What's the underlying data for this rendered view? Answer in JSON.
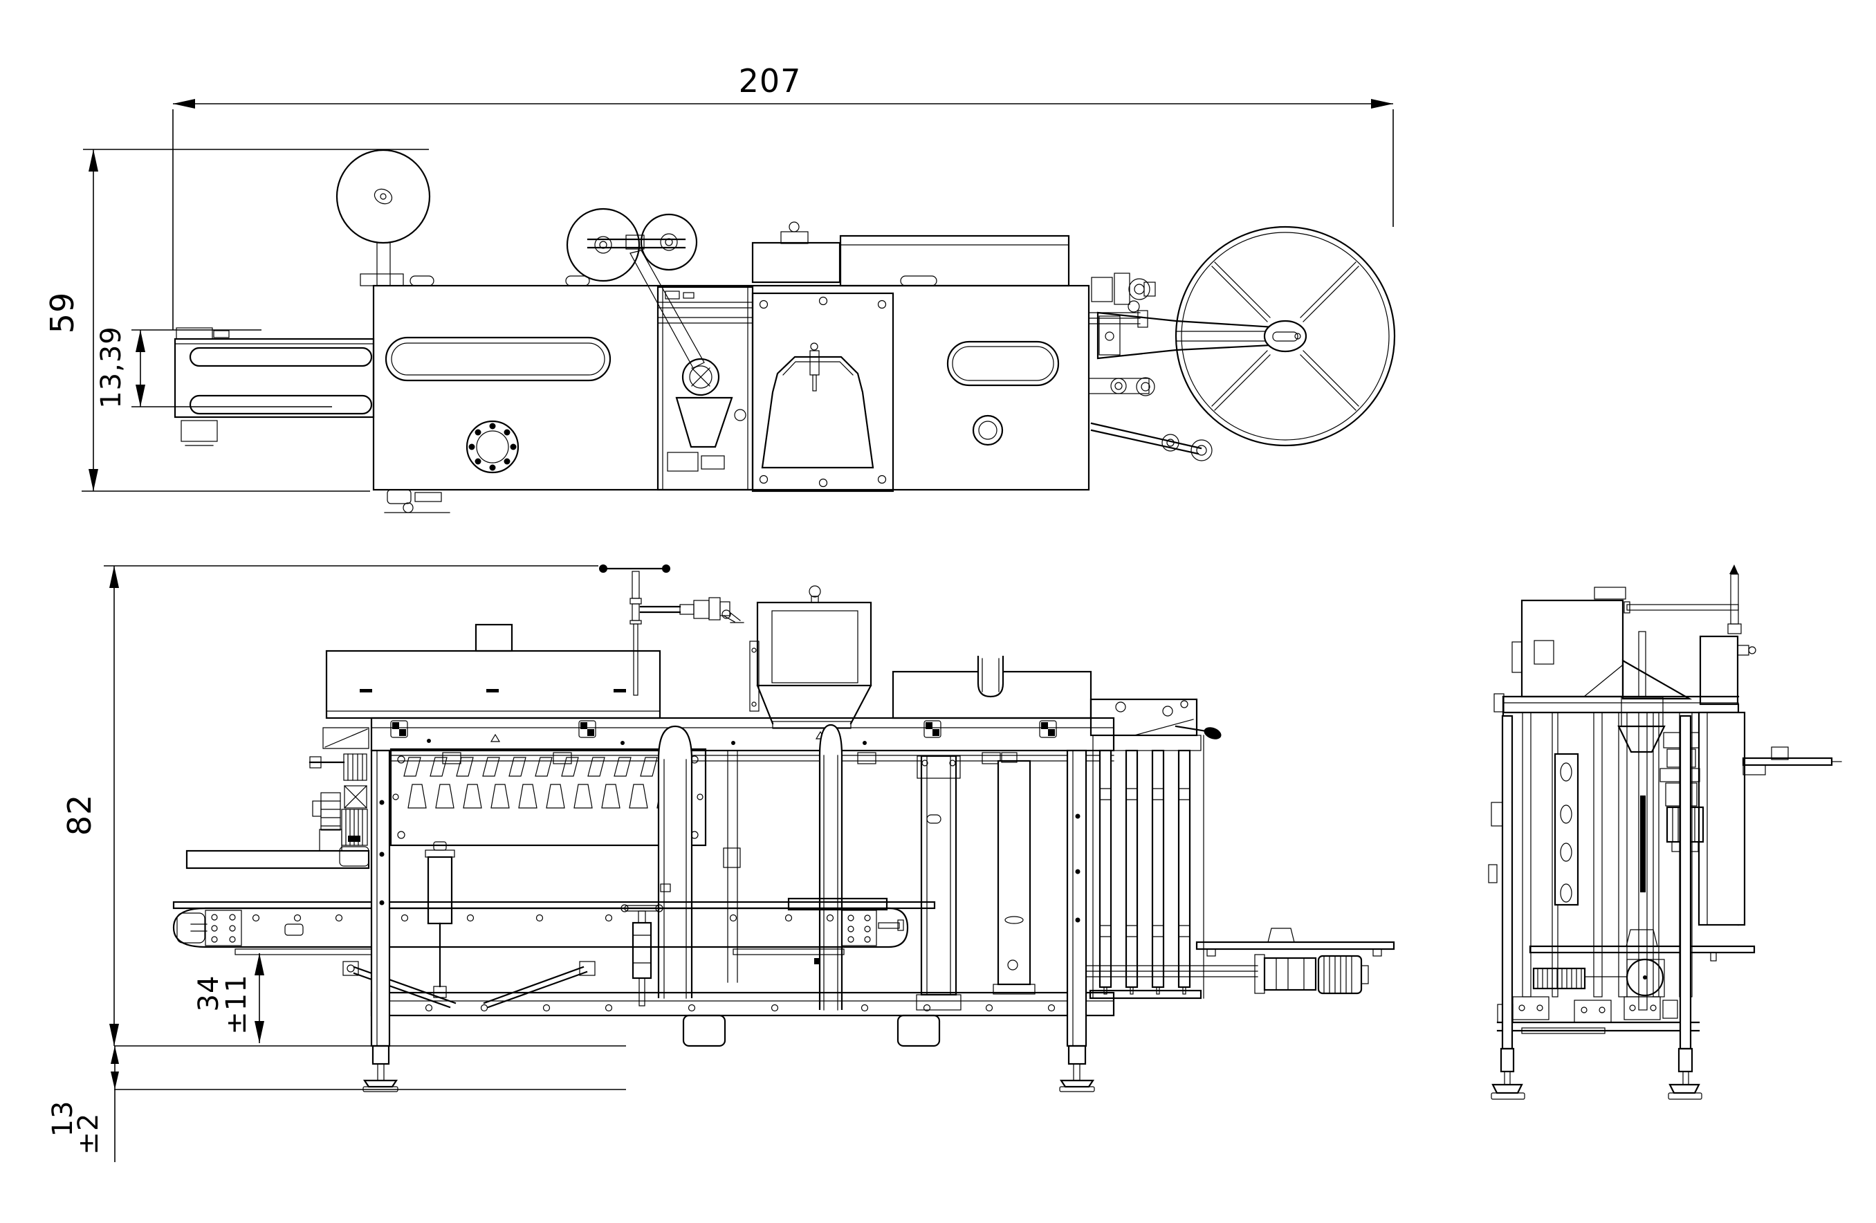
{
  "drawing": {
    "type": "technical-orthographic-drawing",
    "background_color": "#ffffff",
    "line_color": "#000000",
    "views": {
      "top_view": "top-view",
      "front_view": "front-view",
      "end_view": "end-view"
    }
  },
  "dimensions": {
    "overall_length": {
      "value": "207",
      "view": "top",
      "orientation": "horizontal"
    },
    "overall_depth": {
      "value": "59",
      "view": "top",
      "orientation": "vertical"
    },
    "infeed_width": {
      "value": "13,39",
      "view": "top",
      "orientation": "vertical"
    },
    "overall_height": {
      "value": "82",
      "view": "front",
      "orientation": "vertical"
    },
    "working_height": {
      "value": "34",
      "tolerance": "±11",
      "view": "front",
      "orientation": "vertical"
    },
    "foot_adjustment": {
      "value": "13",
      "tolerance": "±2",
      "view": "front",
      "orientation": "vertical"
    }
  }
}
